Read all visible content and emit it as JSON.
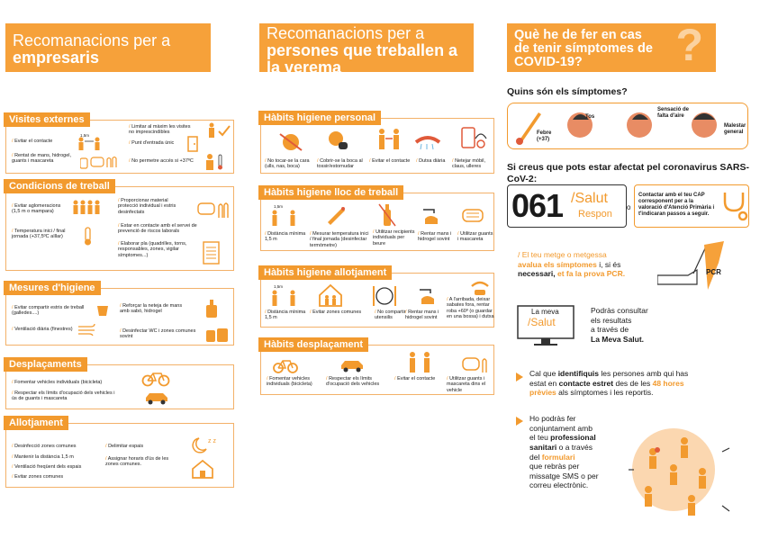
{
  "col1": {
    "header_line1": "Recomanacions per a",
    "header_line2": "empresaris",
    "visites": {
      "title": "Visites externes",
      "item1": "Evitar el contacte",
      "item2": "Rentat de mans, hidrogel, guants i mascareta",
      "item3": "Limitar al màxim les visites no imprescindibles",
      "item4": "Punt d'entrada únic",
      "item5": "No permetre accés si +37ºC",
      "dist": "1,5m"
    },
    "condicions": {
      "title": "Condicions de treball",
      "item1": "Evitar aglomeracions (1,5 m o mampara)",
      "item2": "Temperatura inici / final jornada (+37,5ºC aïllar)",
      "item3": "Proporcionar material protecció individual i estris desinfectats",
      "item4": "Estar en contacte amb el servei de prevenció de riscos laborals",
      "item5": "Elaborar pla (quadrilles, torns, responsables, zones, vigilar símptomes...)"
    },
    "higiene": {
      "title": "Mesures d'higiene",
      "item1": "Evitar compartir estris de treball (galledes....)",
      "item2": "Ventilació diària (finestres)",
      "item3": "Reforçar la neteja de mans amb sabó, hidrogel",
      "item4": "Desinfectar WC i zones comunes sovint"
    },
    "desplacaments": {
      "title": "Desplaçaments",
      "item1": "Fomentar vehicles individuals (bicicleta)",
      "item2": "Respectar els límits d'ocupació dels vehicles i ús de guants i mascareta"
    },
    "allotjament": {
      "title": "Allotjament",
      "item1": "Desinfecció zones comunes",
      "item2": "Mantenir la distància 1,5 m",
      "item3": "Ventilació freqüent dels espais",
      "item4": "Evitar zones comunes",
      "item5": "Delimitar espais",
      "item6": "Assignar horaris d'ús de les zones comunes."
    }
  },
  "col2": {
    "header_line1": "Recomanacions per a",
    "header_line2": "persones que treballen a la verema",
    "personal": {
      "title": "Hàbits higiene personal",
      "i1": "No tocar-se la cara (ulls, nas, boca)",
      "i2": "Cobrir-se la boca al tossir/estornudar",
      "i3": "Evitar el contacte",
      "i4": "Dutxa diària",
      "i5": "Netejar mòbil, claus, ulleres"
    },
    "lloc": {
      "title": "Hàbits higiene lloc de treball",
      "i1": "Distància mínima 1,5 m",
      "i2": "Mesurar temperatura inici / final jornada (desinfectar termòmetre)",
      "i3": "Utilitzar recipients individuals per beure",
      "i4": "Rentar mans i hidrogel sovint",
      "i5": "Utilitzar guants i mascareta",
      "dist": "1,5m"
    },
    "allot": {
      "title": "Hàbits higiene allotjament",
      "i1": "Distància mínima 1,5 m",
      "i2": "Evitar zones comunes",
      "i3": "No compartir utensilis",
      "i4": "Rentar mans i hidrogel sovint",
      "i5": "A l'arribada, deixar sabates fora, rentar roba +60º (o guardar en una bossa) i dutxa",
      "dist": "1,5m"
    },
    "despl": {
      "title": "Hàbits desplaçament",
      "i1": "Fomentar vehicles individuals (bicicleta)",
      "i2": "Respectar els límits d'ocupació dels vehicles",
      "i3": "Evitar el contacte",
      "i4": "Utilitzar guants i mascareta dins el vehicle"
    }
  },
  "col3": {
    "header": "Què he de fer en cas de tenir símptomes de COVID-19?",
    "header_l1": "Què he de fer en cas",
    "header_l2": "de tenir símptomes de",
    "header_l3": "COVID-19?",
    "qmark": "?",
    "sym_title": "Quins són els símptomes?",
    "sym1": "Febre (+37)",
    "sym2": "Tos",
    "sym3": "Sensació de falta d'aire",
    "sym4": "Malestar general",
    "affected": "Si creus que pots estar afectat pel coronavirus SARS-CoV-2:",
    "phone": "061",
    "salut_slash": "/Salut",
    "respon": "Respon",
    "or": "o",
    "contact_text": "Contactar amb el teu CAP corresponent per a la valoració d'Atenció Primària i t'indicaran passos a seguir.",
    "pcr_p1": "/ El teu metge o metgessa",
    "pcr_p2": "avalua els símptomes",
    "pcr_p3": "i, si és",
    "pcr_p4": "necessari,",
    "pcr_p5": "et fa la prova PCR.",
    "pcr_label": "PCR",
    "meva1": "La meva",
    "meva2": "/Salut",
    "consult1": "Podràs consultar",
    "consult2": "els resultats",
    "consult3": "a través de",
    "consult4": "La Meva Salut.",
    "ident_a": "Cal que",
    "ident_b": "identifiquis",
    "ident_c": "les persones amb qui has",
    "ident_d": "estat en",
    "ident_e": "contacte estret",
    "ident_f": "des de les",
    "ident_g": "48 hores",
    "ident_h": "prèvies",
    "ident_i": "als símptomes i les reportis.",
    "join1": "Ho podràs fer",
    "join2": "conjuntament amb",
    "join3": "el teu",
    "join4": "professional",
    "join5": "sanitari",
    "join6": "o a través",
    "join7": "del",
    "join8": "formulari",
    "join9": "que rebràs per",
    "join10": "missatge SMS o per",
    "join11": "correu electrònic."
  },
  "colors": {
    "accent": "#f29a2e",
    "header": "#f6a13a",
    "text": "#1a1a1a"
  }
}
